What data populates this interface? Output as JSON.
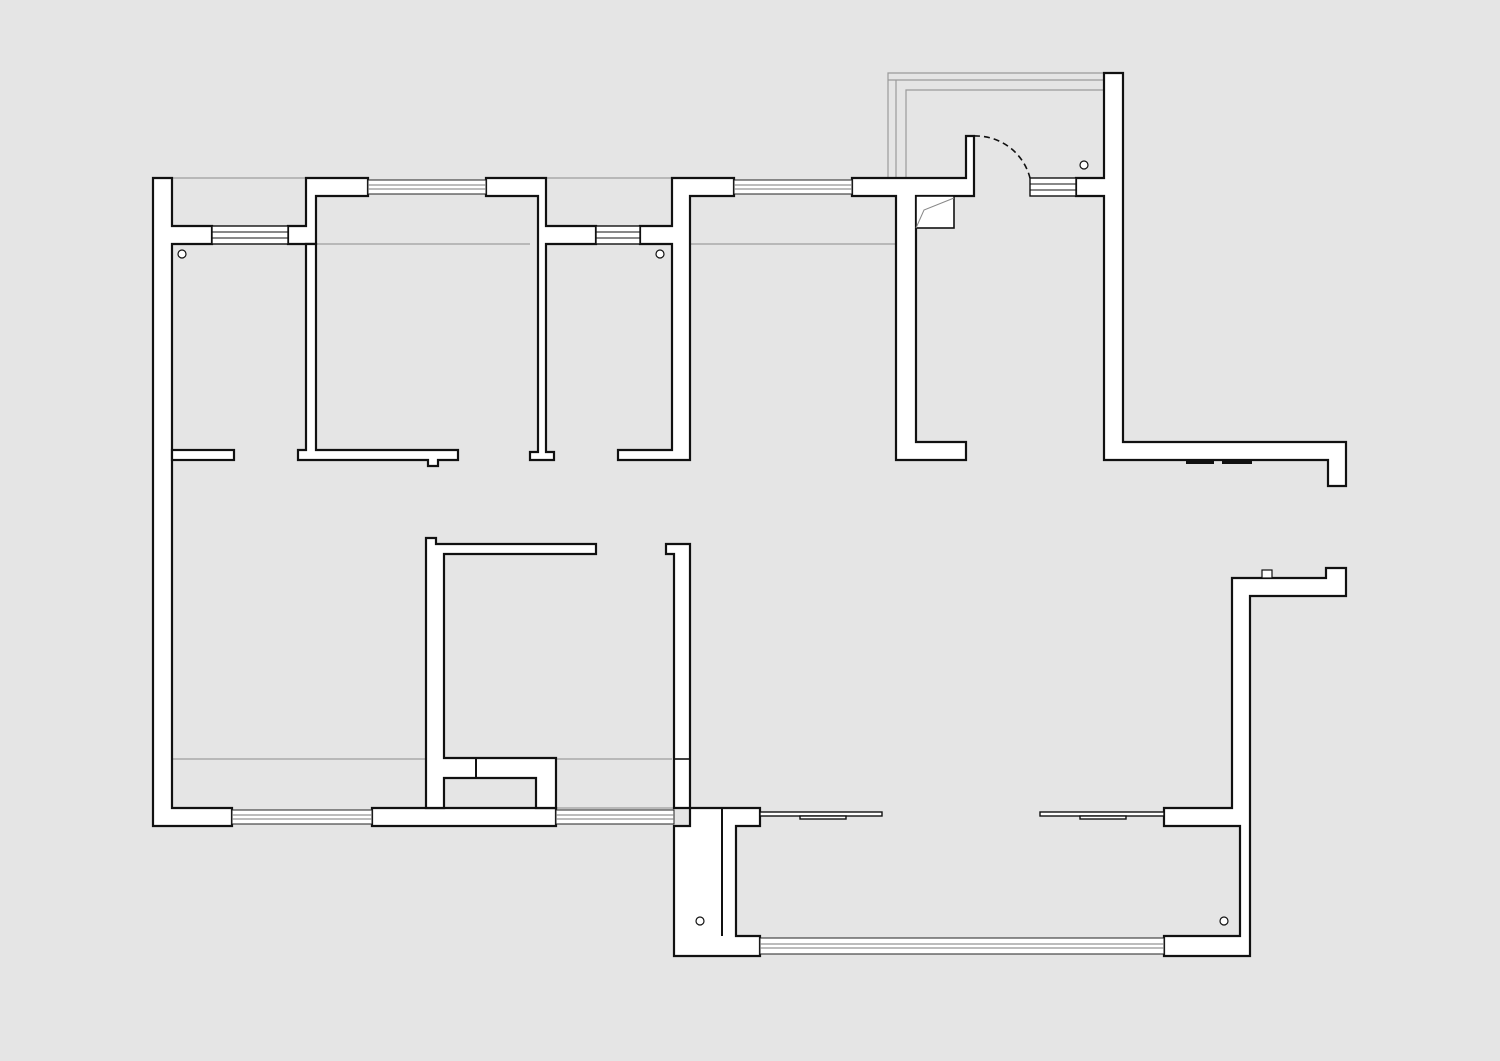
{
  "plan": {
    "colors": {
      "background": "#e5e5e5",
      "wall_fill": "#ffffff",
      "wall_stroke": "#111111",
      "guide_line": "#8a8a8a"
    },
    "elements": [
      "exterior-walls",
      "interior-partitions",
      "window-openings",
      "ventilation-grilles",
      "drain-pipes",
      "entrance-door-swing",
      "sliding-doors",
      "balcony"
    ]
  }
}
